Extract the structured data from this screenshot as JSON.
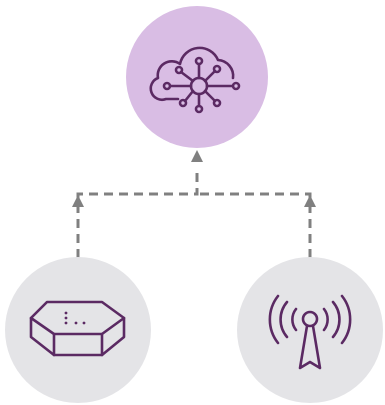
{
  "nodes": [
    {
      "id": "cloud",
      "icon": "cloud-network-icon"
    },
    {
      "id": "gateway",
      "icon": "hexagon-device-icon"
    },
    {
      "id": "antenna",
      "icon": "radio-antenna-icon"
    }
  ],
  "edges": [
    {
      "from": "gateway",
      "to": "cloud",
      "style": "dashed"
    },
    {
      "from": "antenna",
      "to": "cloud",
      "style": "dashed"
    }
  ],
  "colors": {
    "cloud_fill": "#d9bde4",
    "device_fill": "#e4e4e7",
    "icon_stroke": "#5b2a63",
    "connector": "#808080"
  }
}
